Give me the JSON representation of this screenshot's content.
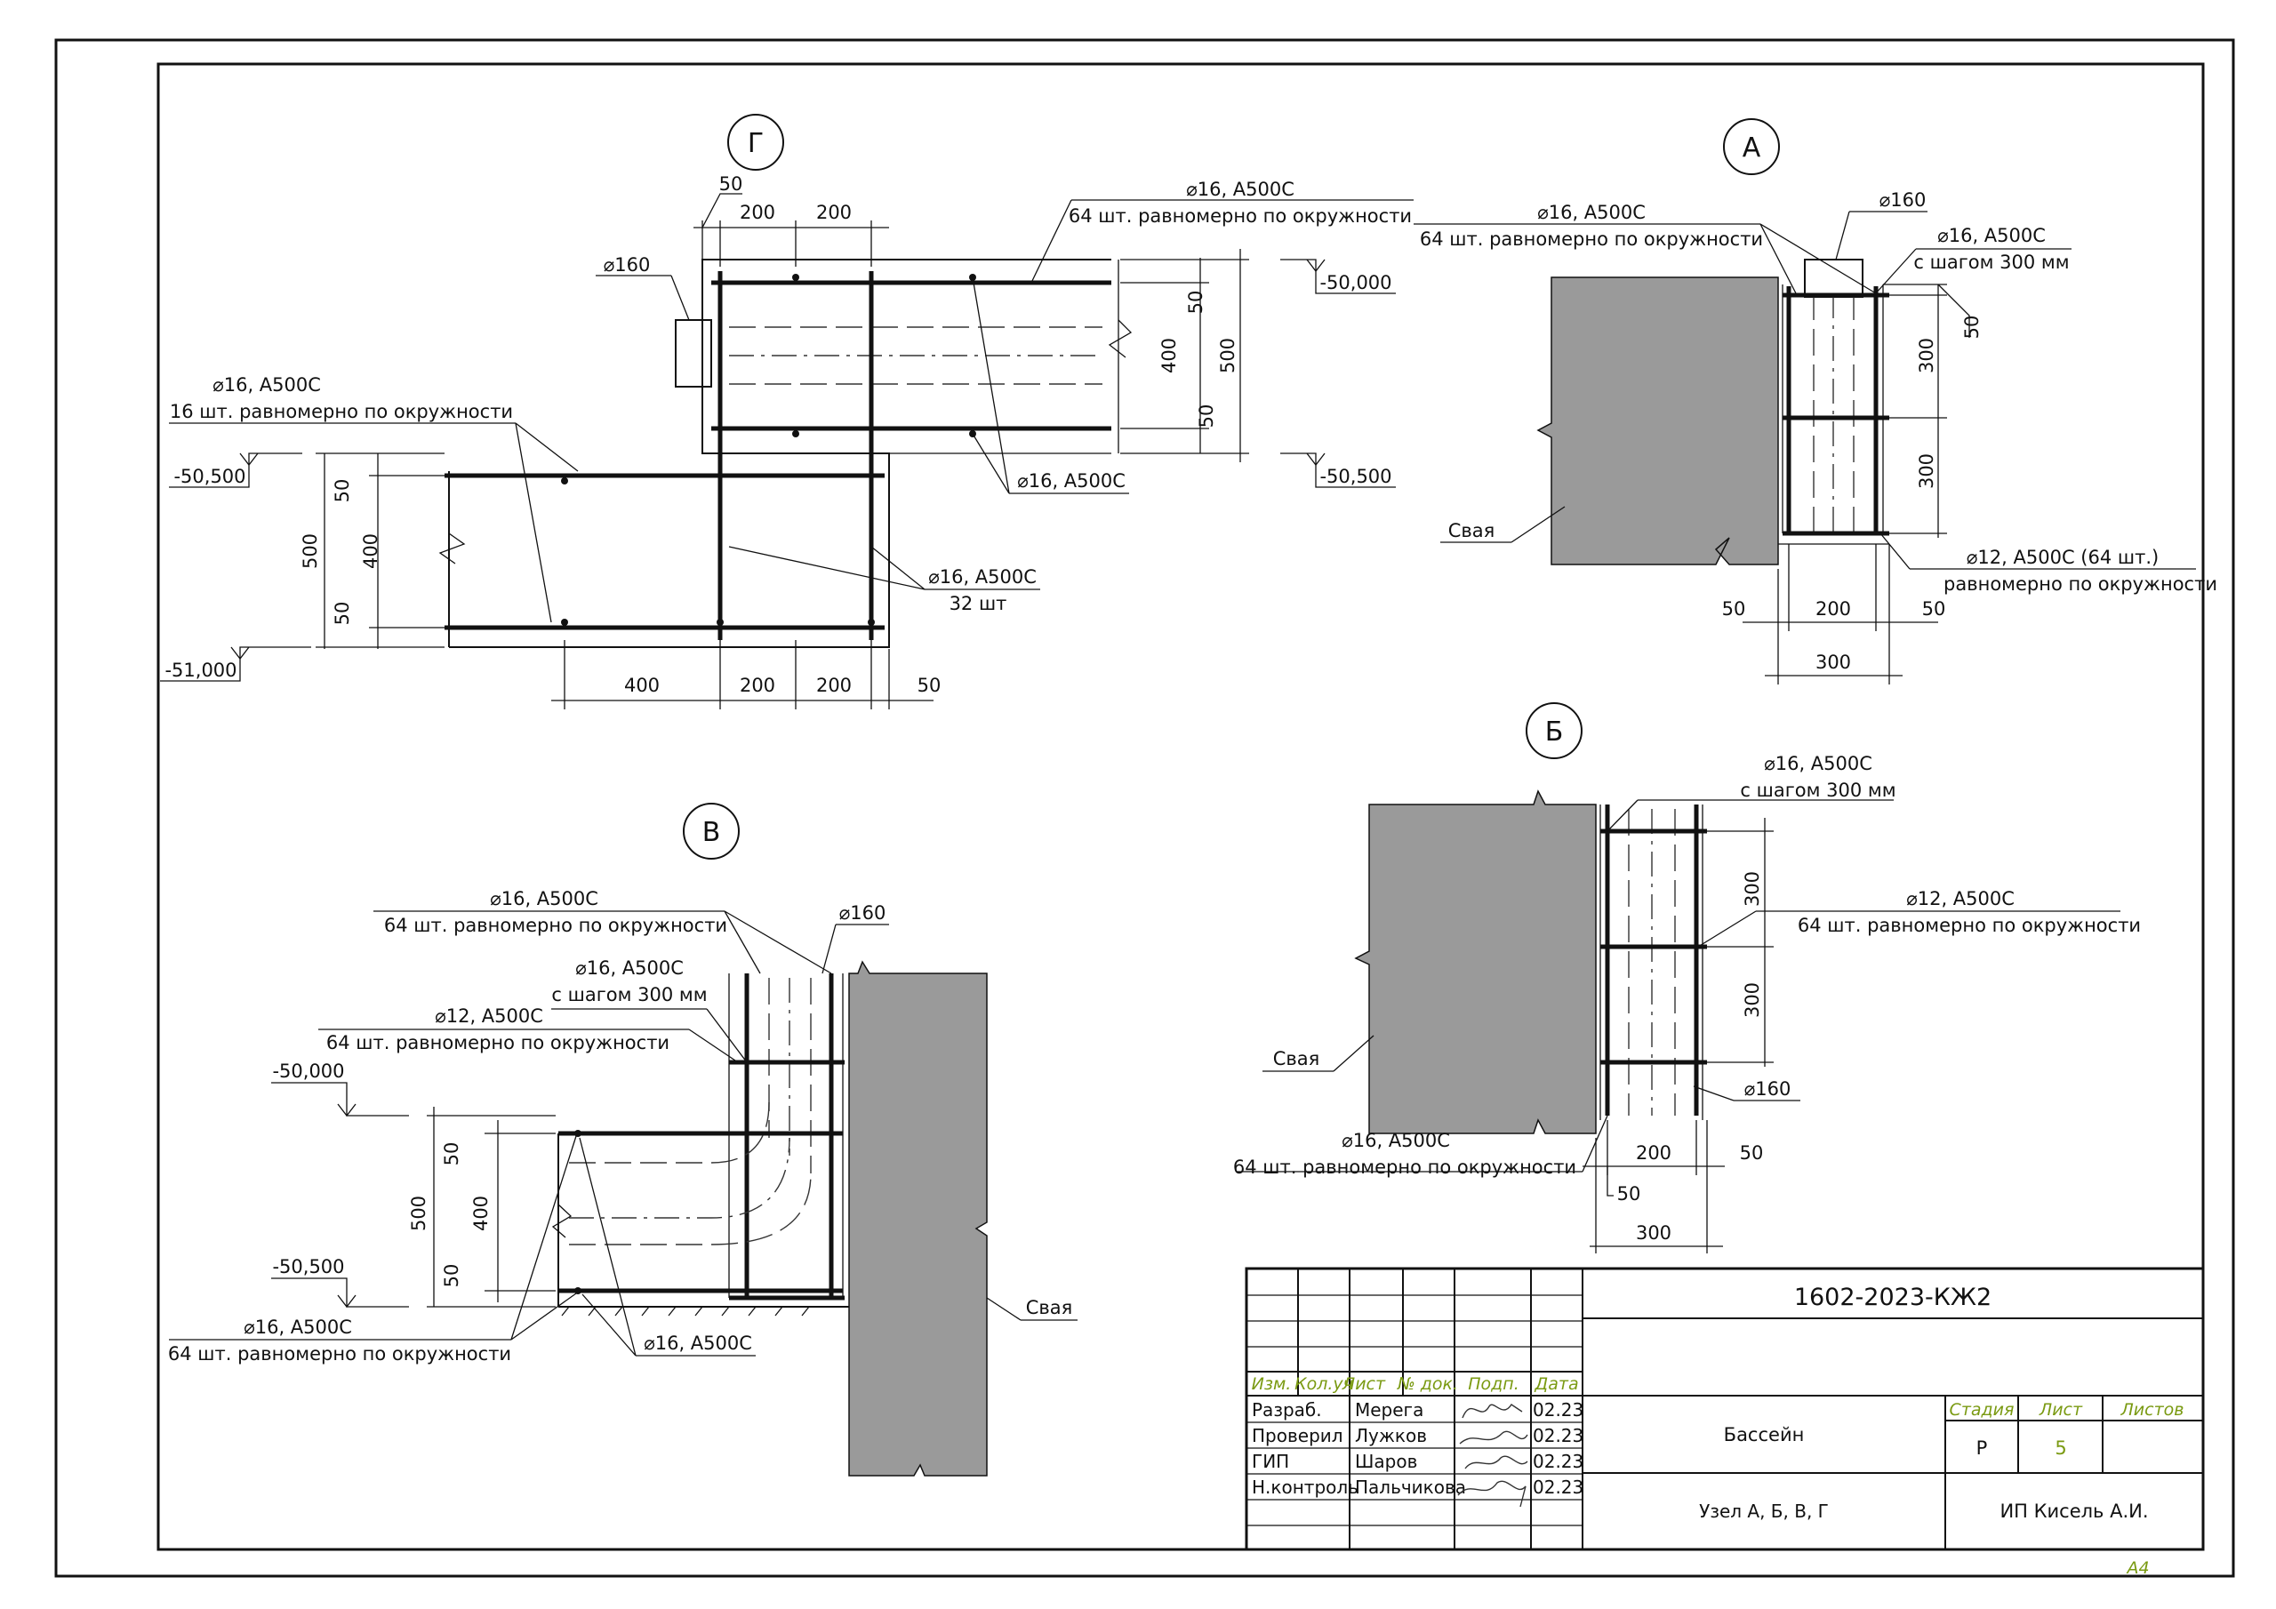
{
  "nodes": {
    "G": {
      "label": "Г",
      "callouts": {
        "top_bars_1": "⌀16, А500С",
        "top_bars_2": "64 шт. равномерно по окружности",
        "pipe": "⌀160",
        "left_bars_1": "⌀16, А500С",
        "left_bars_2": "16 шт. равномерно по окружности",
        "right_bars": "⌀16, А500С",
        "center_bars_1": "⌀16, А500С",
        "center_bars_2": "32 шт"
      },
      "levels": {
        "top_right": "-50,000",
        "mid_right": "-50,500",
        "mid_left": "-50,500",
        "bottom_left": "-51,000"
      },
      "dims": {
        "top_50": "50",
        "top_200a": "200",
        "top_200b": "200",
        "r_50a": "50",
        "r_400": "400",
        "r_500": "500",
        "r_50b": "50",
        "l_50a": "50",
        "l_400": "400",
        "l_500": "500",
        "l_50b": "50",
        "b_400": "400",
        "b_200a": "200",
        "b_200b": "200",
        "b_50": "50"
      }
    },
    "A": {
      "label": "А",
      "callouts": {
        "bars_1": "⌀16, А500С",
        "bars_2": "64 шт. равномерно по окружности",
        "pipe": "⌀160",
        "stirrup_1": "⌀16, А500С",
        "stirrup_2": "с шагом 300 мм",
        "spiral_1": "⌀12, А500С (64 шт.)",
        "spiral_2": "равномерно по окружности",
        "pile": "Свая"
      },
      "dims": {
        "r_50": "50",
        "r_300a": "300",
        "r_300b": "300",
        "b_50a": "50",
        "b_200": "200",
        "b_50b": "50",
        "b_300": "300"
      }
    },
    "B": {
      "label": "Б",
      "callouts": {
        "stirrup_1": "⌀16, А500С",
        "stirrup_2": "с шагом 300 мм",
        "spiral_1": "⌀12, А500С",
        "spiral_2": "64 шт. равномерно по окружности",
        "pipe": "⌀160",
        "bars_1": "⌀16, А500С",
        "bars_2": "64 шт. равномерно по окружности",
        "pile": "Свая"
      },
      "dims": {
        "r_300a": "300",
        "r_300b": "300",
        "b_200": "200",
        "b_50a": "50",
        "b_50b": "50",
        "b_300": "300"
      }
    },
    "V": {
      "label": "В",
      "callouts": {
        "bars_1": "⌀16, А500С",
        "bars_2": "64 шт. равномерно по окружности",
        "pipe": "⌀160",
        "stirrup_1": "⌀16, А500С",
        "stirrup_2": "с шагом 300 мм",
        "spiral_1": "⌀12, А500С",
        "spiral_2": "64 шт. равномерно по окружности",
        "bottom_bars_1": "⌀16, А500С",
        "bottom_bars_2": "64 шт. равномерно по окружности",
        "bottom_right": "⌀16, А500С",
        "pile": "Свая"
      },
      "levels": {
        "top": "-50,000",
        "bottom": "-50,500"
      },
      "dims": {
        "l_50a": "50",
        "l_400": "400",
        "l_500": "500",
        "l_50b": "50"
      }
    }
  },
  "title_block": {
    "code": "1602-2023-КЖ2",
    "headers": [
      "Изм.",
      "Кол.уч",
      "Лист",
      "№ док.",
      "Подп.",
      "Дата"
    ],
    "rows": [
      {
        "role": "Разраб.",
        "name": "Мерега",
        "date": "02.23"
      },
      {
        "role": "Проверил",
        "name": "Лужков",
        "date": "02.23"
      },
      {
        "role": "ГИП",
        "name": "Шаров",
        "date": "02.23"
      },
      {
        "role": "Н.контроль",
        "name": "Пальчикова",
        "date": "02.23"
      }
    ],
    "object": "Бассейн",
    "sheet_title": "Узел А, Б, В, Г",
    "stage_header": "Стадия",
    "sheet_header": "Лист",
    "sheets_header": "Листов",
    "stage": "Р",
    "sheet": "5",
    "company": "ИП Кисель А.И.",
    "format": "А4"
  }
}
